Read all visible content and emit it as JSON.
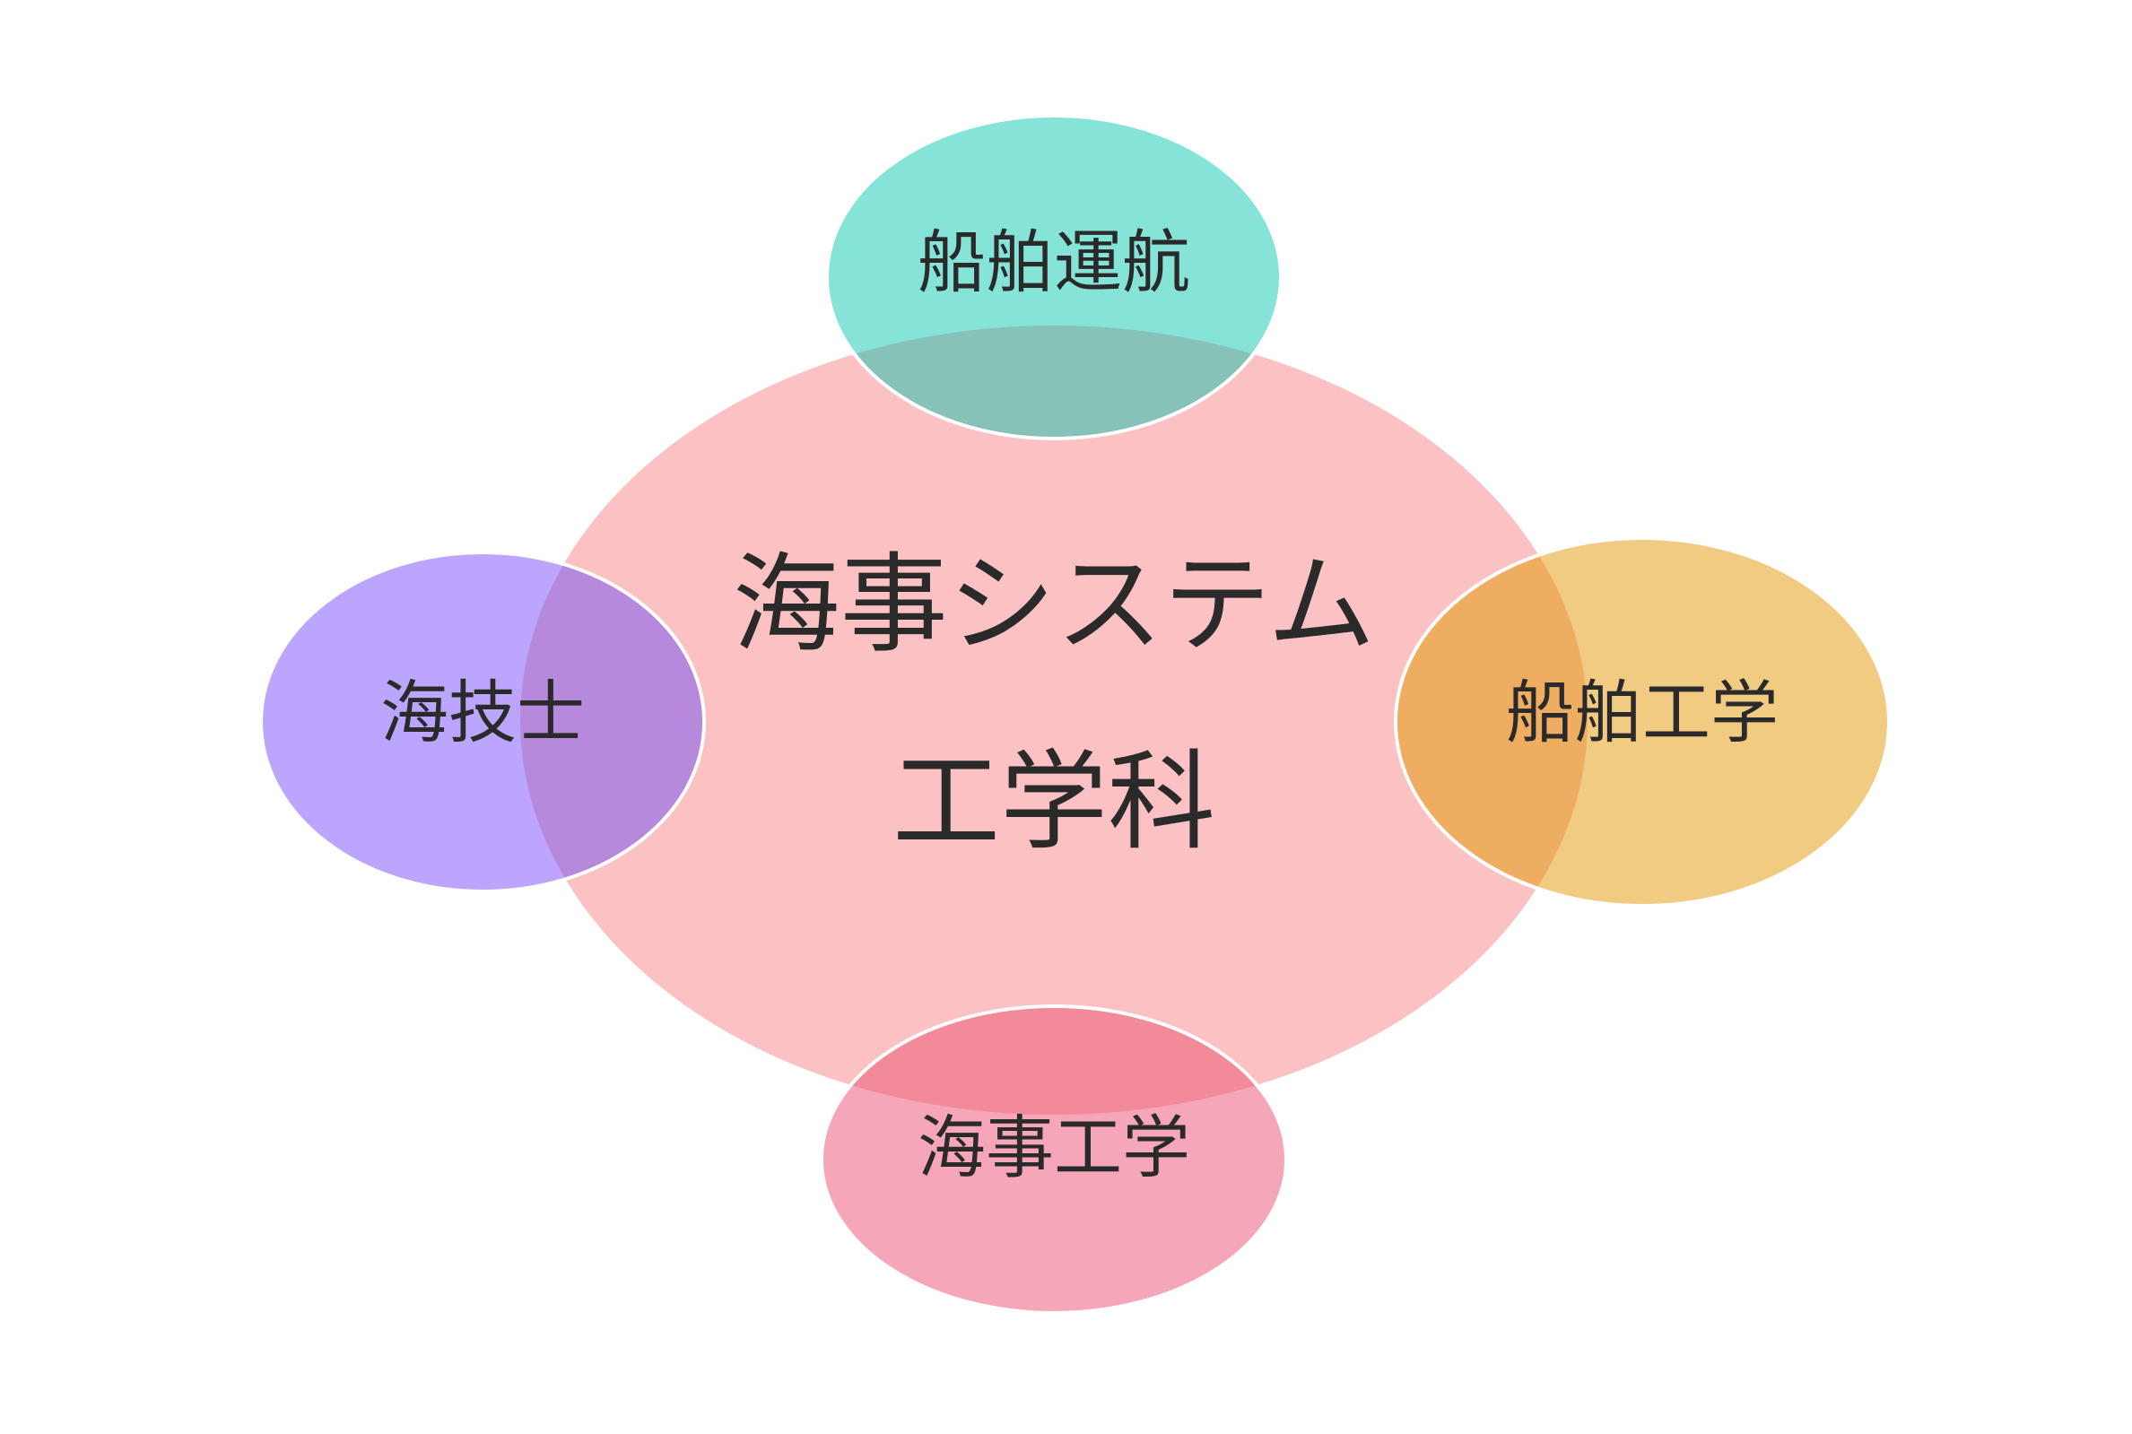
{
  "center": {
    "line1": "海事システム",
    "line2": "工学科",
    "color": "#fcc1c2"
  },
  "satellites": [
    {
      "id": "top",
      "label": "船舶運航",
      "color": "#85e3d7",
      "overlap_color": "#86c2b8"
    },
    {
      "id": "left",
      "label": "海技士",
      "color": "#bca6fd",
      "overlap_color": "#b689dd"
    },
    {
      "id": "right",
      "label": "船舶工学",
      "color": "#f1cb81",
      "overlap_color": "#efad62"
    },
    {
      "id": "bottom",
      "label": "海事工学",
      "color": "#f5a6b8",
      "overlap_color": "#f28a9a"
    }
  ]
}
